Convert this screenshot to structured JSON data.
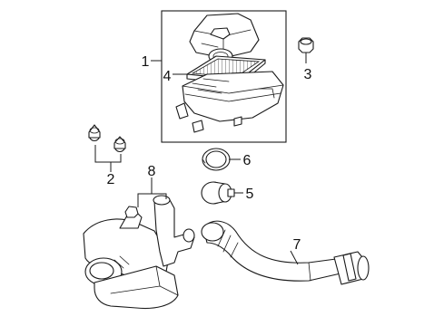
{
  "diagram": {
    "callouts": {
      "c1": "1",
      "c2": "2",
      "c3": "3",
      "c4": "4",
      "c5": "5",
      "c6": "6",
      "c7": "7",
      "c8": "8"
    },
    "colors": {
      "line": "#1a1a1a",
      "background": "#ffffff"
    }
  }
}
